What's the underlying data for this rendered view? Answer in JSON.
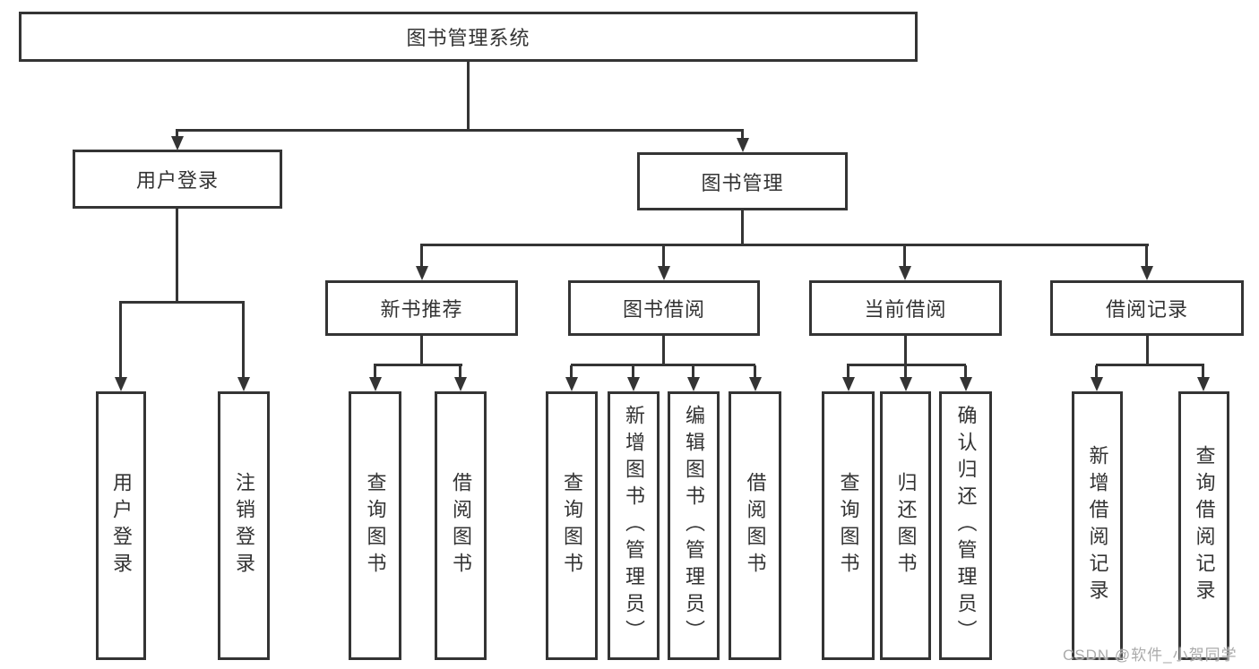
{
  "colors": {
    "line": "#343434",
    "text": "#333333",
    "background": "#ffffff",
    "watermark": "#ababab"
  },
  "watermark": "CSDN @软件_小贺同学",
  "diagram": {
    "root": {
      "label": "图书管理系统"
    },
    "branches": [
      {
        "label": "用户登录",
        "children": [
          {
            "label": "用户登录"
          },
          {
            "label": "注销登录"
          }
        ]
      },
      {
        "label": "图书管理",
        "children": [
          {
            "label": "新书推荐",
            "children": [
              {
                "label": "查询图书"
              },
              {
                "label": "借阅图书"
              }
            ]
          },
          {
            "label": "图书借阅",
            "children": [
              {
                "label": "查询图书"
              },
              {
                "label": "新增图书（管理员）"
              },
              {
                "label": "编辑图书（管理员）"
              },
              {
                "label": "借阅图书"
              }
            ]
          },
          {
            "label": "当前借阅",
            "children": [
              {
                "label": "查询图书"
              },
              {
                "label": "归还图书"
              },
              {
                "label": "确认归还（管理员）"
              }
            ]
          },
          {
            "label": "借阅记录",
            "children": [
              {
                "label": "新增借阅记录"
              },
              {
                "label": "查询借阅记录"
              }
            ]
          }
        ]
      }
    ]
  }
}
